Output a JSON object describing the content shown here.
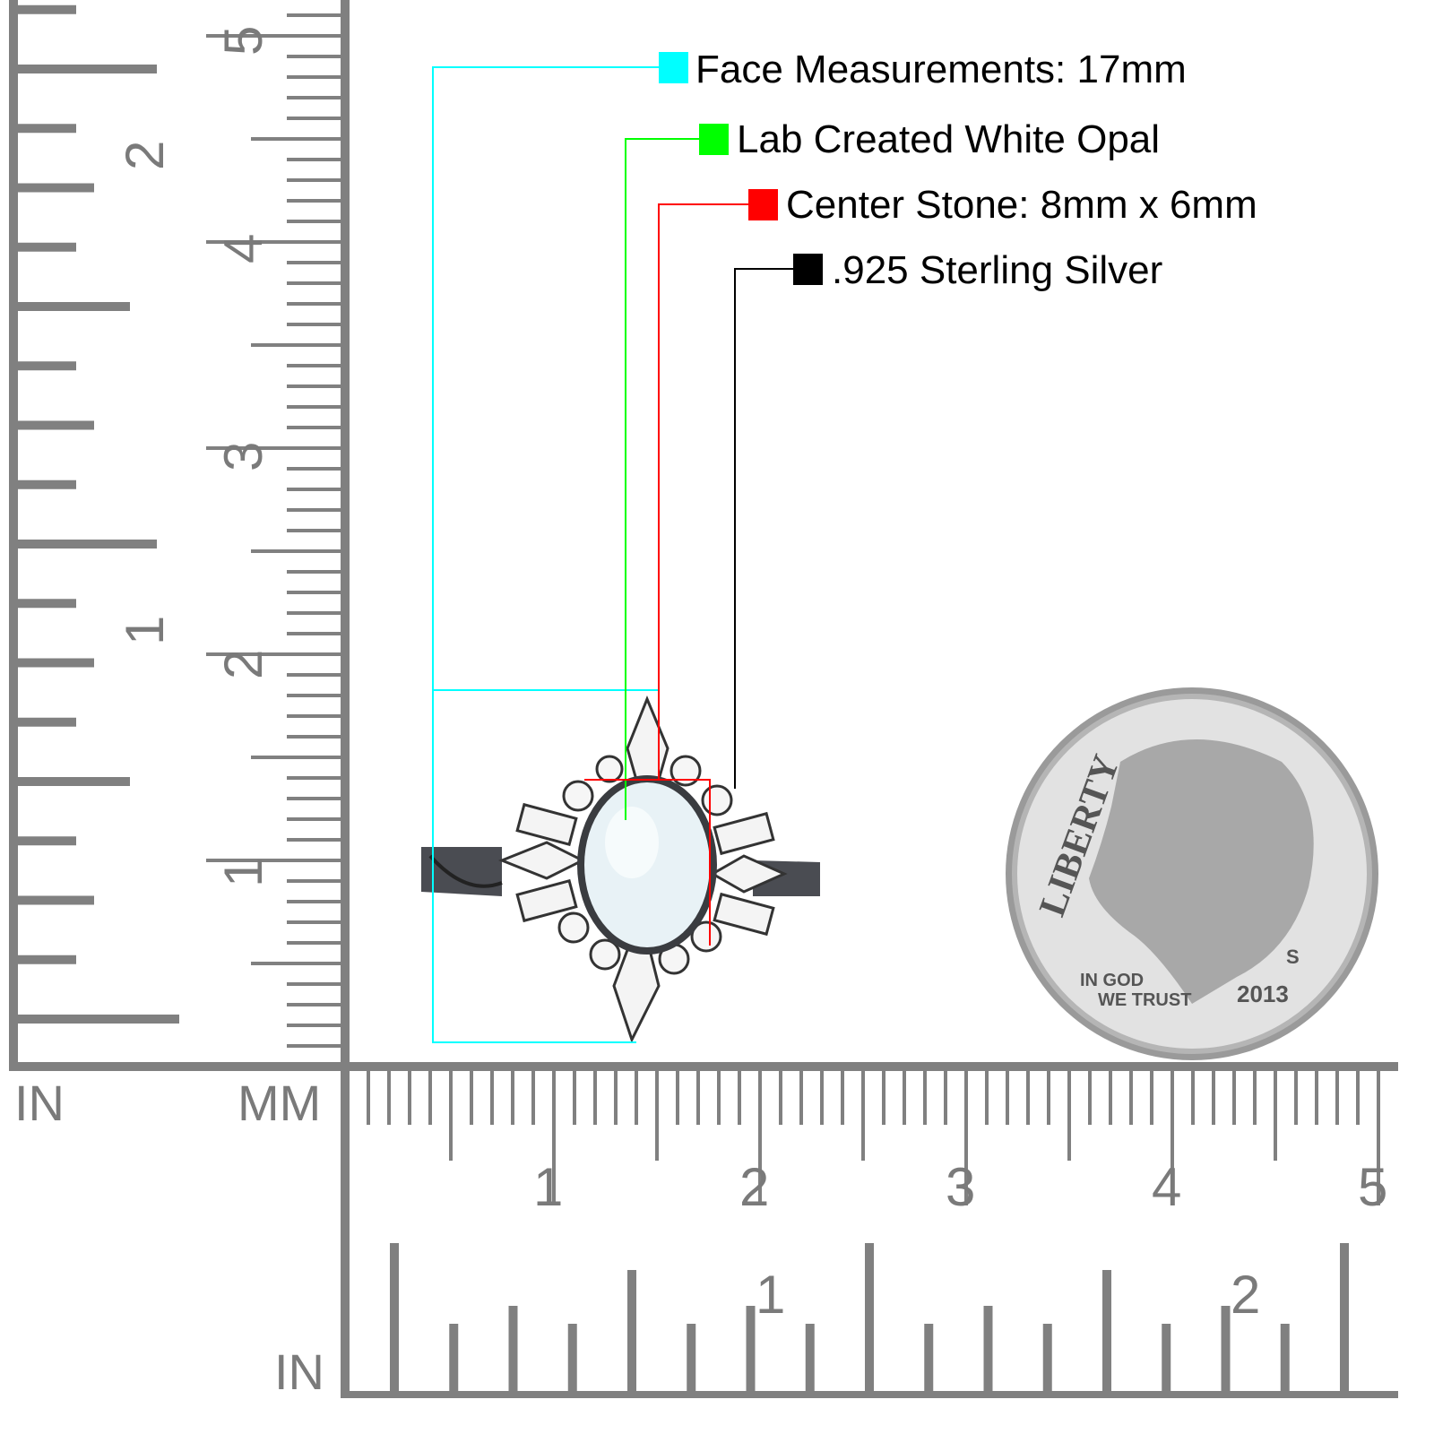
{
  "callouts": [
    {
      "text": "Face Measurements: 17mm",
      "color": "#00ffff"
    },
    {
      "text": "Lab Created White Opal",
      "color": "#00ff00"
    },
    {
      "text": "Center Stone: 8mm x 6mm",
      "color": "#ff0000"
    },
    {
      "text": ".925 Sterling Silver",
      "color": "#000000"
    }
  ],
  "rulers": {
    "in_label_left": "IN",
    "mm_label": "MM",
    "in_label_bottom": "IN",
    "left_inch_numbers": [
      "1",
      "2"
    ],
    "left_cm_numbers": [
      "1",
      "2",
      "3",
      "4",
      "5"
    ],
    "bottom_cm_numbers": [
      "1",
      "2",
      "3",
      "4",
      "5"
    ],
    "bottom_inch_numbers": [
      "1",
      "2"
    ],
    "tick_color": "#808080"
  },
  "coin": {
    "liberty": "LIBERTY",
    "motto_line1": "IN GOD",
    "motto_line2": "WE TRUST",
    "year": "2013",
    "mint_mark": "S"
  }
}
